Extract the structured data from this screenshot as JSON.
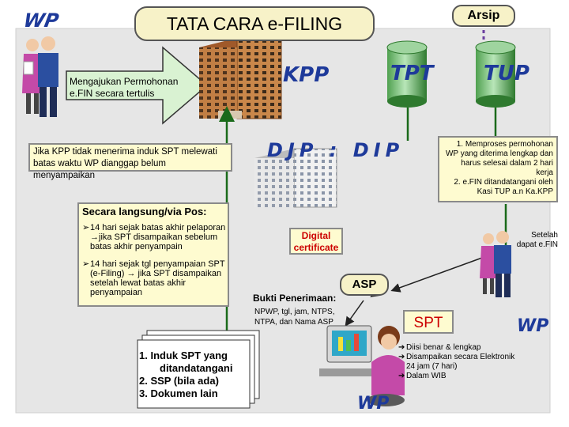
{
  "title": "TATA CARA e-FILING",
  "arsip_label": "Arsip",
  "arrow_text": "Mengajukan Permohonan e.FIN secara tertulis",
  "logos": {
    "wp_top": "WP",
    "kpp": "KPP",
    "tpt": "TPT",
    "tup": "TUP",
    "djp_dip": "DJP : DIP",
    "wp_right": "WP",
    "wp_bottom": "WP"
  },
  "kpp_note": "Jika KPP tidak menerima induk SPT melewati batas waktu WP dianggap belum menyampaikan",
  "process_note": [
    "1.  Memproses permohonan WP yang diterima lengkap dan harus selesai dalam 2 hari kerja",
    "2. e.FIN ditandatangani oleh Kasi TUP a.n Ka.KPP"
  ],
  "direct_heading": "Secara langsung/via Pos:",
  "direct_items": [
    "14 hari sejak batas akhir pelaporan →jika SPT disampaikan sebelum batas akhir penyampain",
    "14 hari sejak tgl penyampaian SPT (e-Filing) → jika SPT disampaikan setelah lewat batas akhir penyampaian"
  ],
  "digital_certificate": "Digital certificate",
  "setelah_note": "Setelah dapat e.FIN",
  "asp_label": "ASP",
  "bukti_heading": "Bukti Penerimaan:",
  "bukti_detail": "NPWP, tgl, jam, NTPS, NTPA, dan Nama ASP",
  "documents": [
    "1. Induk SPT yang",
    "ditandatangani",
    "2. SSP (bila ada)",
    "3. Dokumen lain"
  ],
  "spt_label": "SPT",
  "spt_items": [
    "Diisi benar & lengkap",
    "Disampaikan secara Elektronik 24 jam (7 hari)",
    "Dalam WIB"
  ],
  "colors": {
    "green_line": "#1a6a1a",
    "red_text": "#cc0000",
    "logo_blue": "#1e3a9a",
    "pill_fill": "#f7f2c8",
    "building_orange": "#b06a30",
    "panel_grey": "#e6e6e6"
  }
}
